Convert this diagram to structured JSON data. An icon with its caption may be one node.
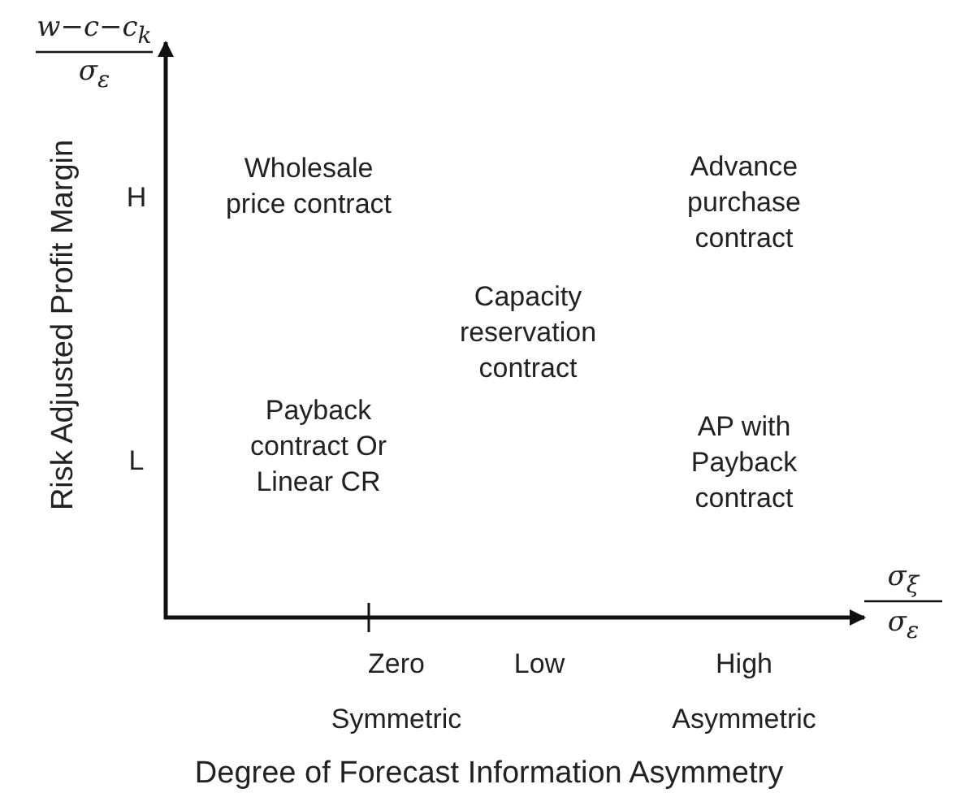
{
  "diagram": {
    "labels": [
      "w−c−c$_{k}$",
      "σ$_{ε}$",
      "Risk Adjusted Profit Margin",
      "H",
      "L",
      "Wholesale price contract",
      "Capacity reservation contract",
      "Advance purchase contract",
      "Payback contract Or Linear CR",
      "AP with Payback contract",
      "σ$_{ξ}$",
      "σ$_{ε}$",
      "Zero",
      "Low",
      "High",
      "Symmetric",
      "Asymmetric",
      "Degree of Forecast Information Asymmetry"
    ]
  }
}
